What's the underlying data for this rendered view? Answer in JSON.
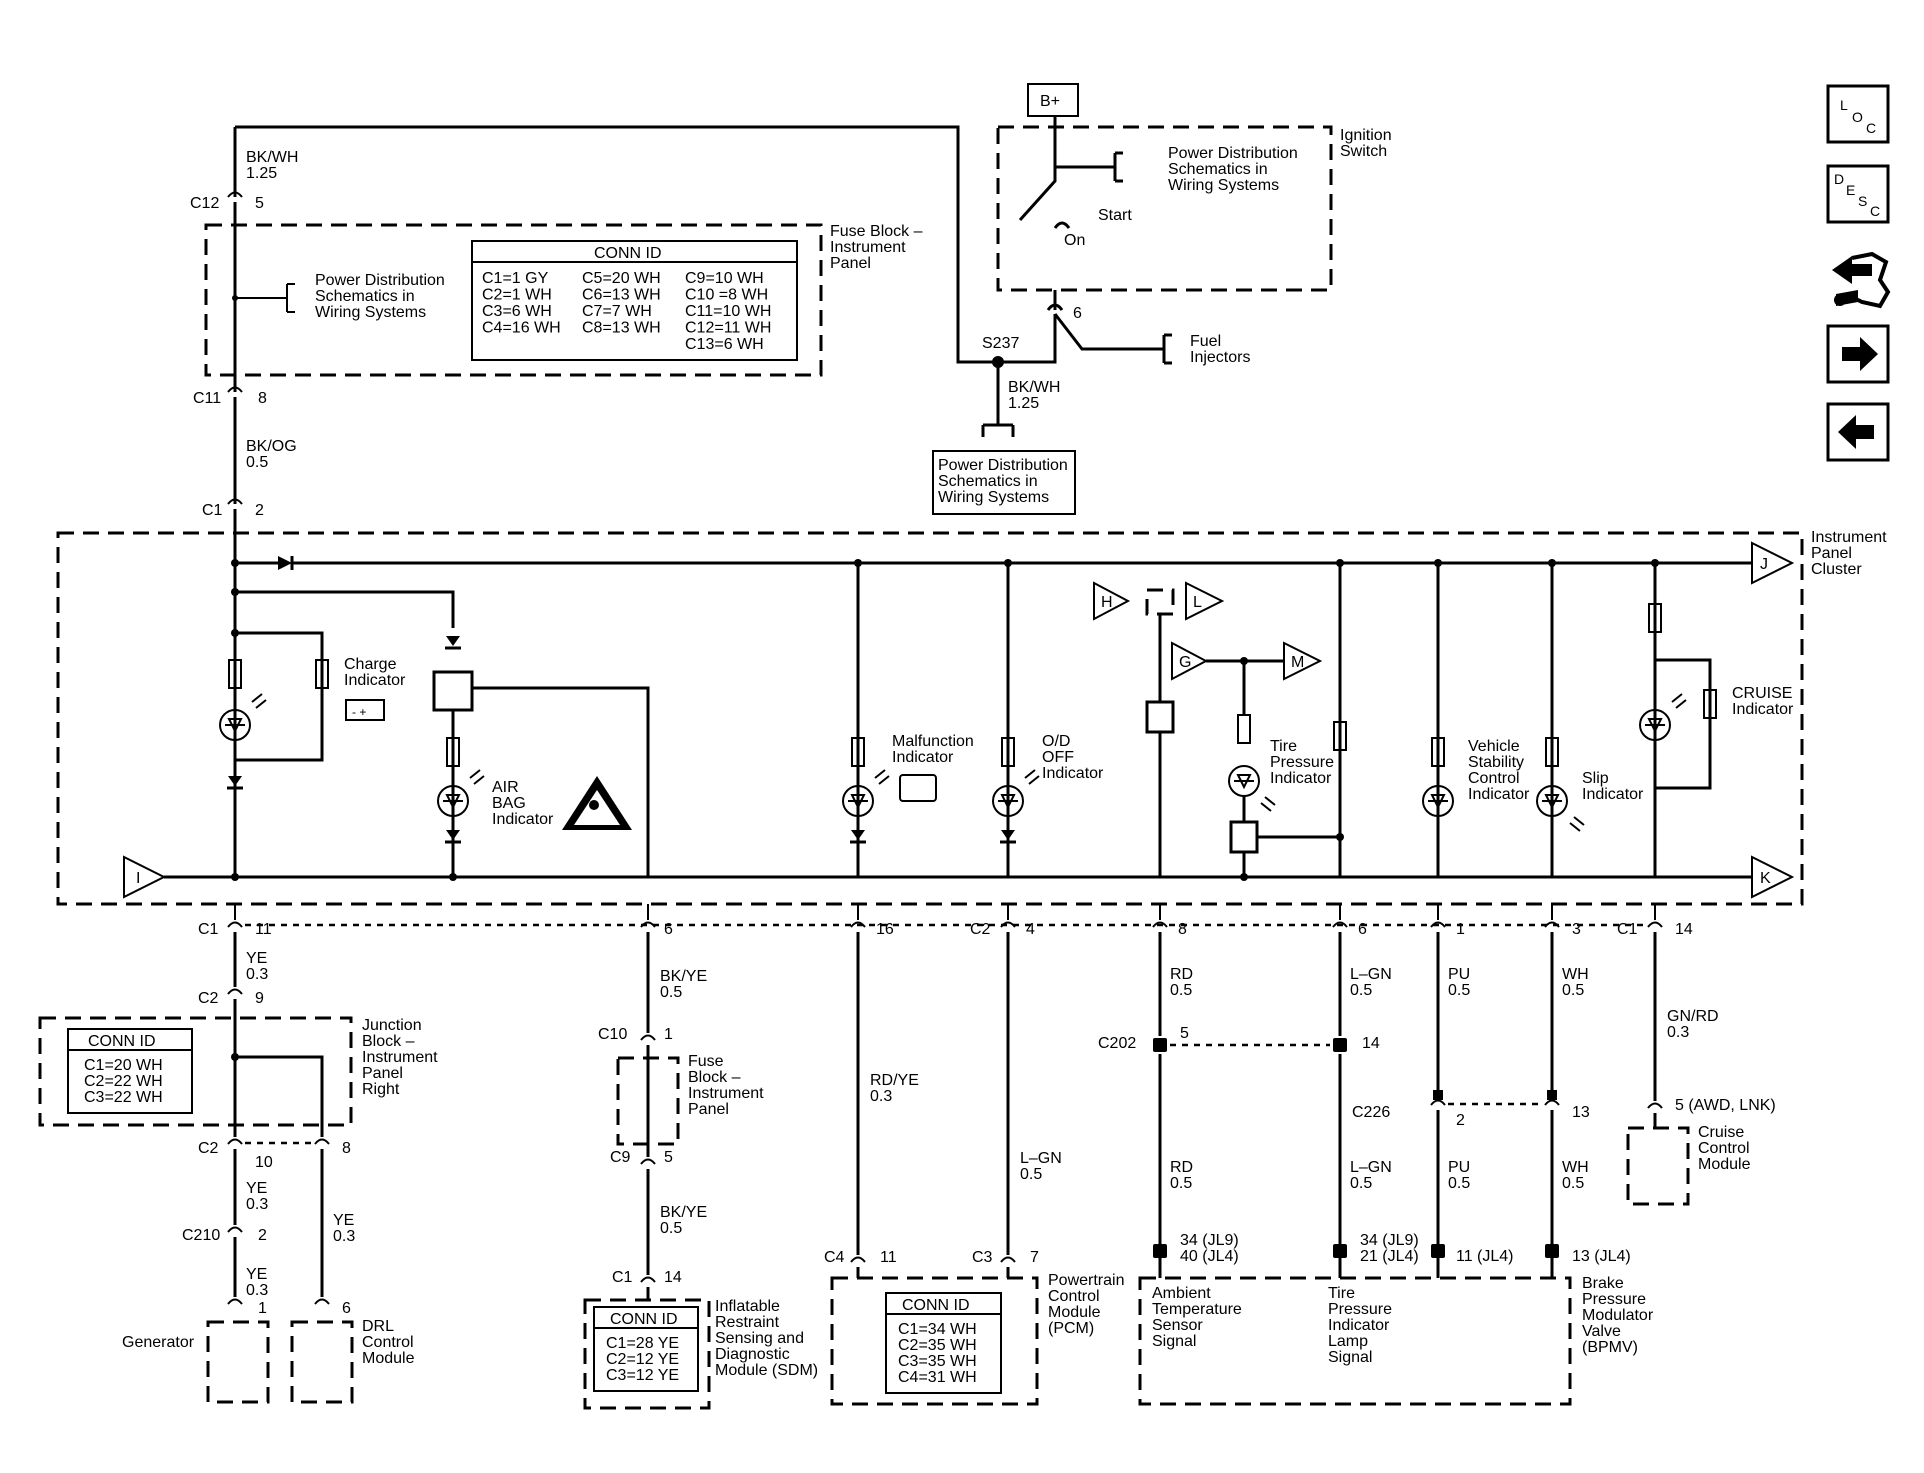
{
  "top": {
    "wire_c12": [
      "BK/WH",
      "1.25"
    ],
    "c12": {
      "name": "C12",
      "pin": "5"
    },
    "fuse_block": [
      "Fuse Block –",
      "Instrument",
      "Panel"
    ],
    "power_dist": [
      "Power Distribution",
      "Schematics in",
      "Wiring Systems"
    ],
    "conn_id_title": "CONN ID",
    "conn_id_rows": [
      [
        "C1=1 GY",
        "C5=20 WH",
        "C9=10 WH"
      ],
      [
        "C2=1 WH",
        "C6=13 WH",
        "C10 =8 WH"
      ],
      [
        "C3=6 WH",
        "C7=7 WH",
        "C11=10 WH"
      ],
      [
        "C4=16 WH",
        "C8=13 WH",
        "C12=11 WH"
      ],
      [
        "",
        "",
        "C13=6 WH"
      ]
    ],
    "c11": {
      "name": "C11",
      "pin": "8"
    },
    "wire_bkog": [
      "BK/OG",
      "0.5"
    ],
    "c1_top": {
      "name": "C1",
      "pin": "2"
    }
  },
  "ignition": {
    "bplus": "B+",
    "label": [
      "Ignition",
      "Switch"
    ],
    "power_dist": [
      "Power Distribution",
      "Schematics in",
      "Wiring Systems"
    ],
    "start": "Start",
    "on": "On",
    "pin": "6",
    "fuel": [
      "Fuel",
      "Injectors"
    ],
    "splice": "S237",
    "wire": [
      "BK/WH",
      "1.25"
    ],
    "power_dist_box": [
      "Power Distribution",
      "Schematics in",
      "Wiring Systems"
    ]
  },
  "cluster": {
    "label": [
      "Instrument",
      "Panel",
      "Cluster"
    ],
    "charge": [
      "Charge",
      "Indicator"
    ],
    "airbag": [
      "AIR",
      "BAG",
      "Indicator"
    ],
    "malfunction": [
      "Malfunction",
      "Indicator"
    ],
    "od": [
      "O/D",
      "OFF",
      "Indicator"
    ],
    "tire": [
      "Tire",
      "Pressure",
      "Indicator"
    ],
    "vsc": [
      "Vehicle",
      "Stability",
      "Control",
      "Indicator"
    ],
    "slip": [
      "Slip",
      "Indicator"
    ],
    "cruise": [
      "CRUISE",
      "Indicator"
    ],
    "flags": {
      "I": "I",
      "J": "J",
      "K": "K",
      "H": "H",
      "L": "L",
      "G": "G",
      "M": "M"
    }
  },
  "bottom_conn": {
    "c1_11": {
      "name": "C1",
      "pin": "11"
    },
    "p6a": "6",
    "p16": "16",
    "c2_4": {
      "name": "C2",
      "pin": "4"
    },
    "p8": "8",
    "p6b": "6",
    "p1": "1",
    "p3": "3",
    "c1_14": {
      "name": "C1",
      "pin": "14"
    }
  },
  "left": {
    "ye03a": [
      "YE",
      "0.3"
    ],
    "c2_9": {
      "name": "C2",
      "pin": "9"
    },
    "junction": [
      "Junction",
      "Block –",
      "Instrument",
      "Panel",
      "Right"
    ],
    "conn_title": "CONN ID",
    "conn_rows": [
      "C1=20 WH",
      "C2=22 WH",
      "C3=22 WH"
    ],
    "c2_10": {
      "name": "C2",
      "pin": "10"
    },
    "p8": "8",
    "ye03b": [
      "YE",
      "0.3"
    ],
    "ye03c": [
      "YE",
      "0.3"
    ],
    "c210": {
      "name": "C210",
      "pin": "2"
    },
    "ye03d": [
      "YE",
      "0.3"
    ],
    "p1": "1",
    "p6": "6",
    "generator": "Generator",
    "drl": [
      "DRL",
      "Control",
      "Module"
    ]
  },
  "sdm": {
    "wire1": [
      "BK/YE",
      "0.5"
    ],
    "c10": {
      "name": "C10",
      "pin": "1"
    },
    "fuse_block": [
      "Fuse",
      "Block –",
      "Instrument",
      "Panel"
    ],
    "c9": {
      "name": "C9",
      "pin": "5"
    },
    "wire2": [
      "BK/YE",
      "0.5"
    ],
    "c1": {
      "name": "C1",
      "pin": "14"
    },
    "conn_title": "CONN ID",
    "conn_rows": [
      "C1=28 YE",
      "C2=12 YE",
      "C3=12 YE"
    ],
    "label": [
      "Inflatable",
      "Restraint",
      "Sensing and",
      "Diagnostic",
      "Module (SDM)"
    ]
  },
  "pcm": {
    "rdye": [
      "RD/YE",
      "0.3"
    ],
    "lgn": [
      "L–GN",
      "0.5"
    ],
    "c4": {
      "name": "C4",
      "pin": "11"
    },
    "c3": {
      "name": "C3",
      "pin": "7"
    },
    "conn_title": "CONN ID",
    "conn_rows": [
      "C1=34 WH",
      "C2=35 WH",
      "C3=35 WH",
      "C4=31 WH"
    ],
    "label": [
      "Powertrain",
      "Control",
      "Module",
      "(PCM)"
    ]
  },
  "bpmv": {
    "rd05a": [
      "RD",
      "0.5"
    ],
    "lgn05a": [
      "L–GN",
      "0.5"
    ],
    "pu05a": [
      "PU",
      "0.5"
    ],
    "wh05a": [
      "WH",
      "0.5"
    ],
    "c202": {
      "name": "C202",
      "pin5": "5",
      "pin14": "14"
    },
    "c226": {
      "name": "C226",
      "pin2": "2",
      "pin13": "13"
    },
    "rd05b": [
      "RD",
      "0.5"
    ],
    "lgn05b": [
      "L–GN",
      "0.5"
    ],
    "pu05b": [
      "PU",
      "0.5"
    ],
    "wh05b": [
      "WH",
      "0.5"
    ],
    "pin_rd": [
      "34 (JL9)",
      "40 (JL4)"
    ],
    "pin_lgn": [
      "34 (JL9)",
      "21 (JL4)"
    ],
    "pin_pu": "11 (JL4)",
    "pin_wh": "13 (JL4)",
    "ambient": [
      "Ambient",
      "Temperature",
      "Sensor",
      "Signal"
    ],
    "tire_lamp": [
      "Tire",
      "Pressure",
      "Indicator",
      "Lamp",
      "Signal"
    ],
    "label": [
      "Brake",
      "Pressure",
      "Modulator",
      "Valve",
      "(BPMV)"
    ]
  },
  "cruise_module": {
    "wire": [
      "GN/RD",
      "0.3"
    ],
    "pin": "5 (AWD, LNK)",
    "label": [
      "Cruise",
      "Control",
      "Module"
    ]
  },
  "nav": {
    "loc": [
      "L",
      "O",
      "C"
    ],
    "desc": [
      "D",
      "E",
      "S",
      "C"
    ]
  }
}
